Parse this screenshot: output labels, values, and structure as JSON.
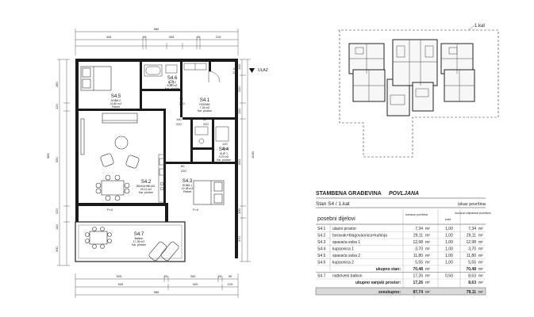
{
  "plan": {
    "entrance": "ULAZ",
    "rooms": [
      {
        "id": "S4.1",
        "lines": [
          "S4.1",
          "HODNIK",
          "7,34 m2",
          "Ker. pločice"
        ]
      },
      {
        "id": "S4.2",
        "lines": [
          "S4.2",
          "DB/KUH/BLAG.",
          "29,11 m2",
          "Kar. pločice"
        ]
      },
      {
        "id": "S4.3",
        "lines": [
          "S4.3",
          "SOBA 1",
          "12,98 m2",
          "Parket"
        ]
      },
      {
        "id": "S4.4",
        "lines": [
          "S4.4",
          "KUP 1",
          "3,70 m2",
          "Kar. pločice"
        ]
      },
      {
        "id": "S4.5",
        "lines": [
          "S4.5",
          "SOBA 2",
          "11,80 m2",
          "Parket"
        ]
      },
      {
        "id": "S4.6",
        "lines": [
          "S4.6",
          "KUP 2",
          "5,55 m2",
          "Kar. pločice"
        ]
      },
      {
        "id": "S4.7",
        "lines": [
          "S4.7",
          "Balkon",
          "17,26 m2",
          "Kar. pločice"
        ]
      }
    ],
    "dimensions": {
      "top_total": "965",
      "top_row": [
        "405",
        "20",
        "305",
        "20",
        "215"
      ],
      "bottom_row1": [
        "525",
        "20",
        "300",
        "20",
        "90"
      ],
      "bottom_row2": [
        "545",
        "320",
        "120"
      ],
      "bottom_total": "985",
      "left": [
        "280",
        "120",
        "550",
        "120",
        "140",
        "300"
      ],
      "left_total": "985",
      "right": [
        "100",
        "210",
        "120",
        "550",
        "100",
        "370"
      ],
      "right_total": "1030"
    },
    "misc_labels": [
      "P=0",
      "P=0",
      "100",
      "248",
      "160",
      "220",
      "80",
      "220",
      "70",
      "220",
      "80",
      "220",
      "120",
      "200"
    ]
  },
  "keyplan": {
    "label": "1.kat"
  },
  "table": {
    "title_prefix": "STAMBENA GRAĐEVINA",
    "title_location": "POVLJANA",
    "subtitle": "Stan S4 / 1.kat",
    "summary_label": "iskaz površina",
    "col_korisna": "korisna površina",
    "col_koef": "koef.",
    "col_vrijednost": "korisna vrijednost površina",
    "section_label": "posebni dijelovi",
    "rows": [
      {
        "code": "S4.1",
        "name": "ulazni prostor",
        "area": "7,34",
        "unit": "m²",
        "coef": "1,00",
        "value": "7,34",
        "vunit": "m²"
      },
      {
        "code": "S4.2",
        "name": "boravak+blagovaonica+kuhinja",
        "area": "29,11",
        "unit": "m²",
        "coef": "1,00",
        "value": "29,11",
        "vunit": "m²"
      },
      {
        "code": "S4.3",
        "name": "spavaća soba 1",
        "area": "12,98",
        "unit": "m²",
        "coef": "1,00",
        "value": "12,98",
        "vunit": "m²"
      },
      {
        "code": "S4.4",
        "name": "kupaonica 1",
        "area": "3,70",
        "unit": "m²",
        "coef": "1,00",
        "value": "3,70",
        "vunit": "m²"
      },
      {
        "code": "S4.5",
        "name": "spavaća soba 2",
        "area": "11,80",
        "unit": "m²",
        "coef": "1,00",
        "value": "11,80",
        "vunit": "m²"
      },
      {
        "code": "S4.6",
        "name": "kupaonica 2",
        "area": "5,55",
        "unit": "m²",
        "coef": "1,00",
        "value": "5,55",
        "vunit": "m²"
      }
    ],
    "subtotal_stan": {
      "label": "ukupno stan:",
      "area": "70,48",
      "unit": "m²",
      "value": "70,48",
      "vunit": "m²"
    },
    "balcony": {
      "code": "S4.7",
      "name": "natkriveni balkon",
      "area": "17,26",
      "unit": "m²",
      "coef": "0,50",
      "value": "8,63",
      "vunit": "m²"
    },
    "subtotal_outdoor": {
      "label": "ukupno vanjski prostor:",
      "area": "17,26",
      "unit": "m²",
      "value": "8,63",
      "vunit": "m²"
    },
    "total": {
      "label": "sveukupno:",
      "area": "87,74",
      "unit": "m²",
      "value": "79,11",
      "vunit": "m²"
    }
  }
}
